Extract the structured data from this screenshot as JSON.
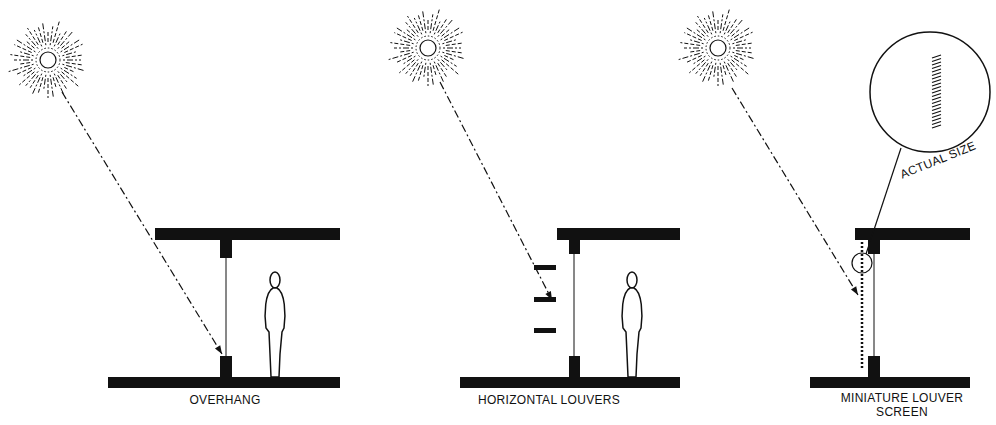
{
  "diagram": {
    "labels": [
      "OVERHANG",
      "HORIZONTAL LOUVERS",
      "MINIATURE LOUVER SCREEN",
      "ACTUAL SIZE"
    ]
  }
}
